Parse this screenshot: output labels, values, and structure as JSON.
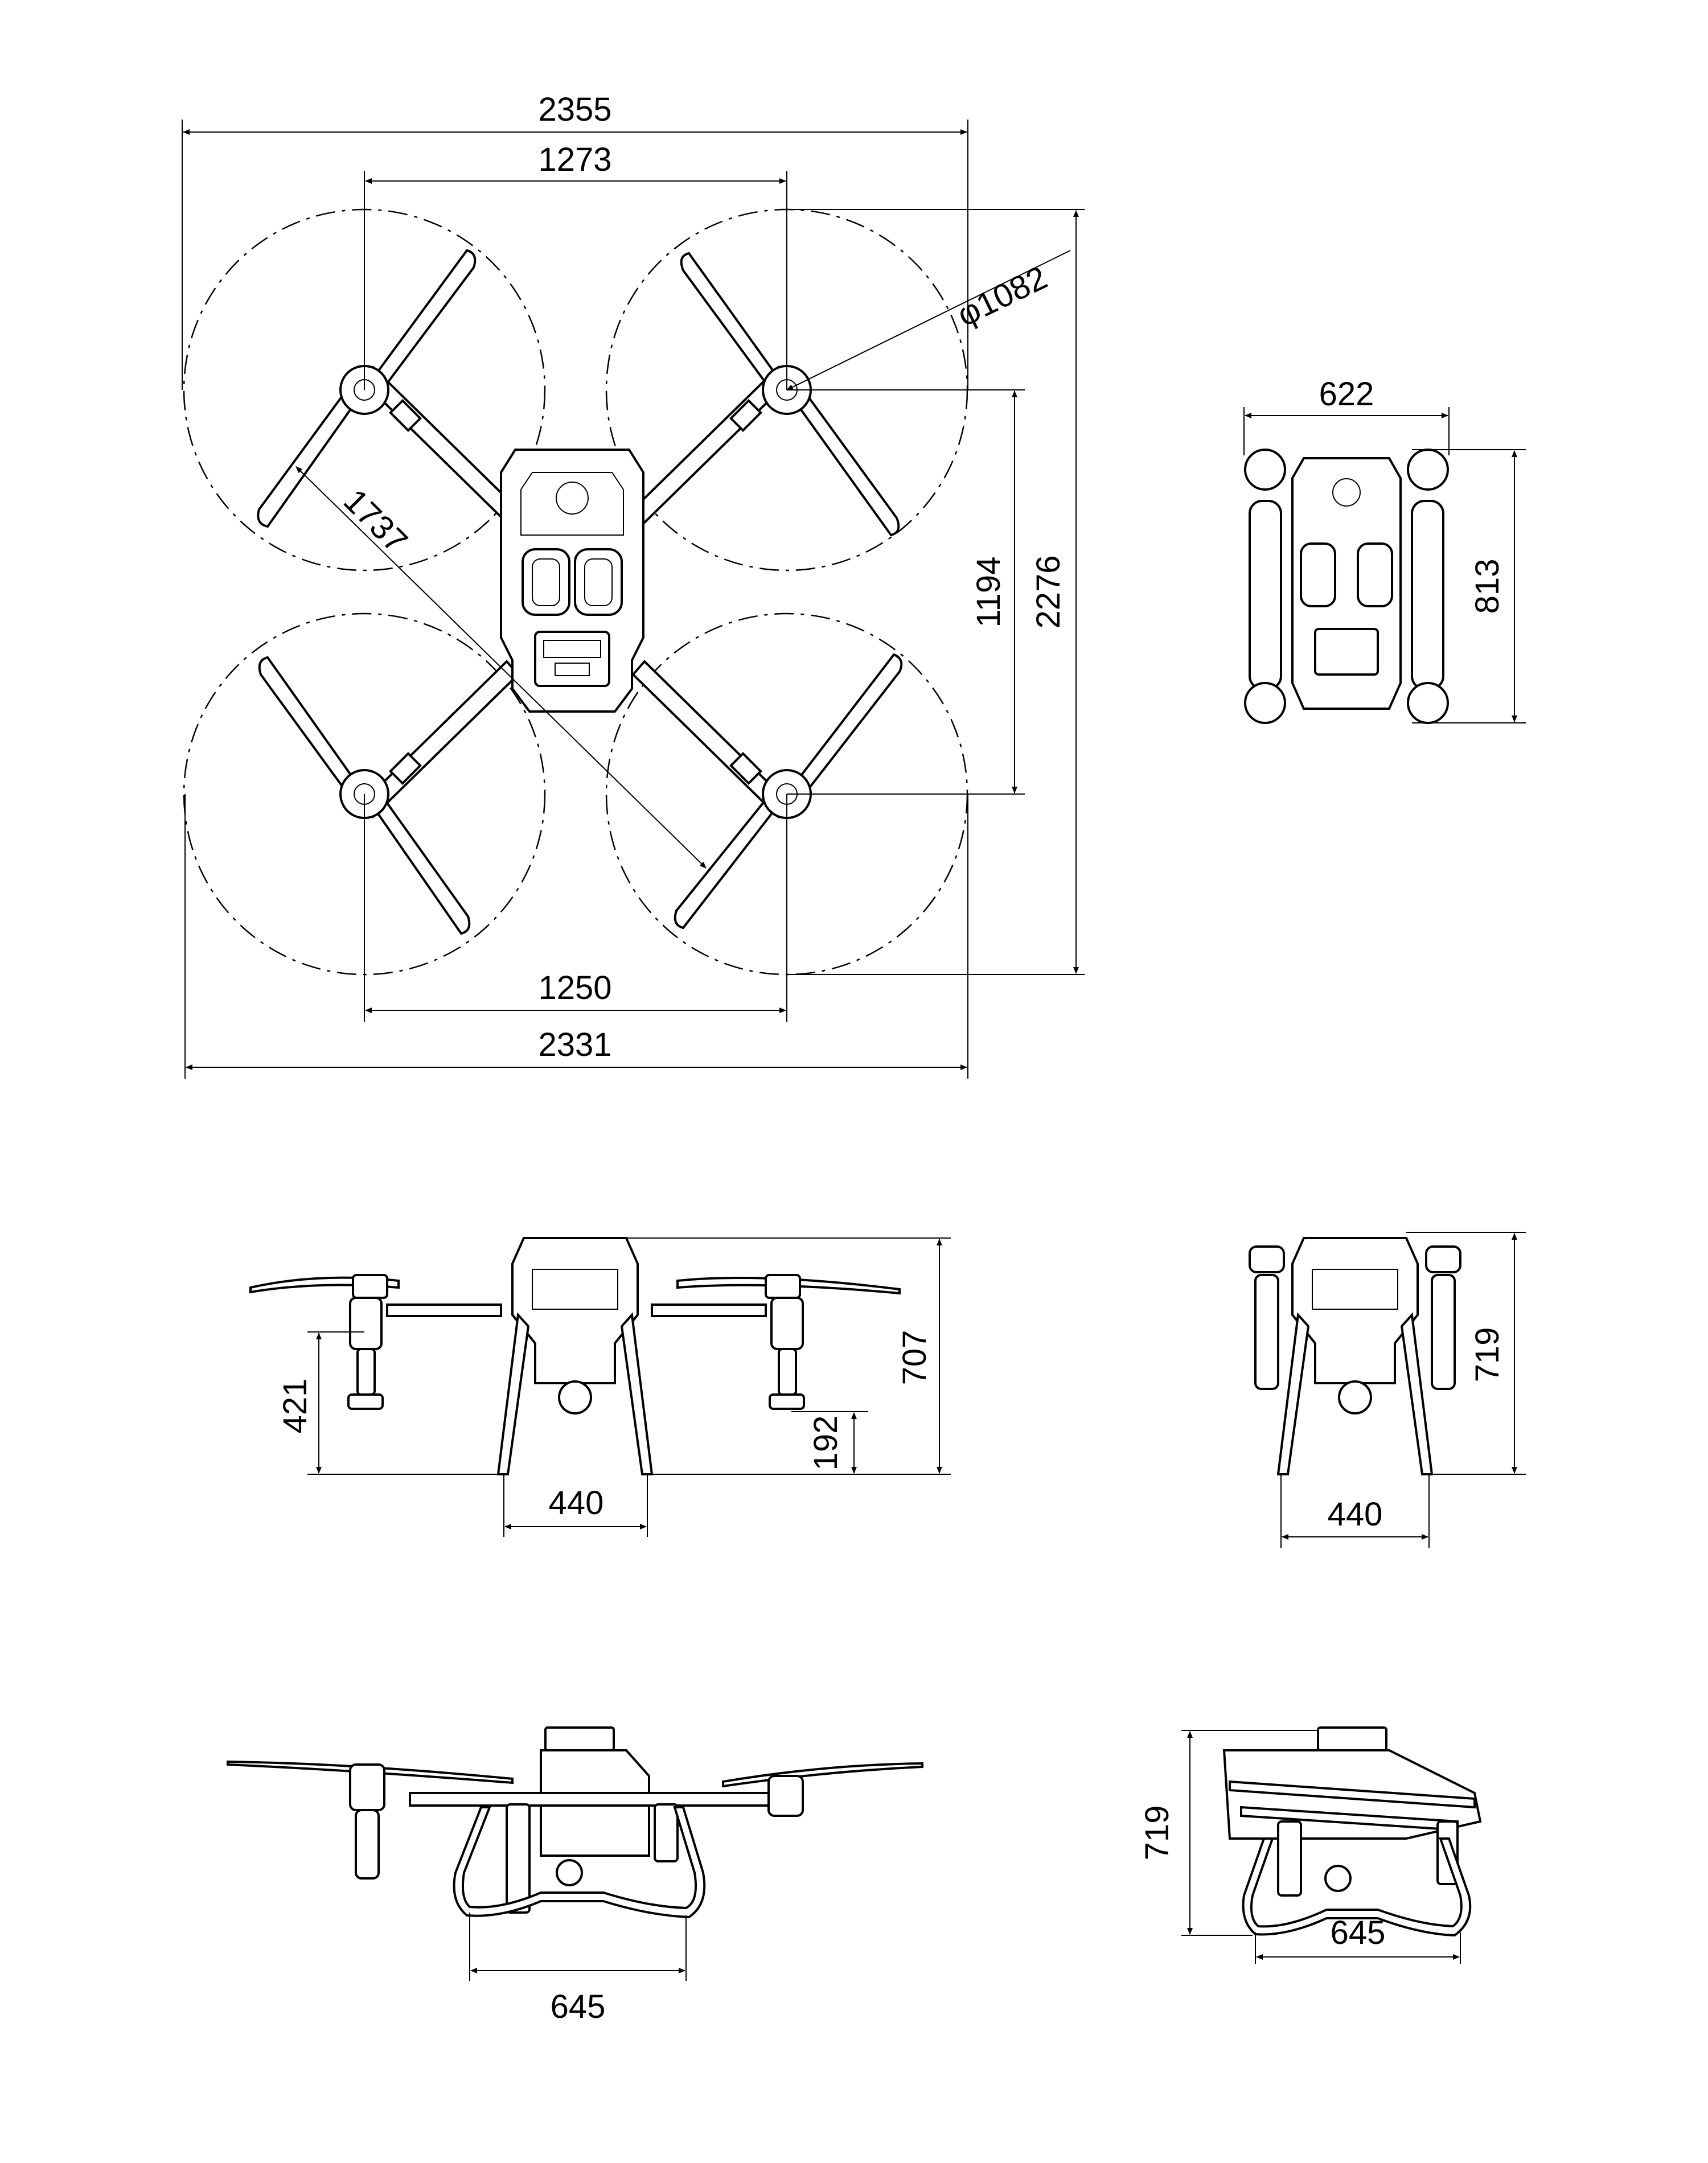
{
  "dimensions": {
    "top_view": {
      "overall_width_top": "2355",
      "rotor_spacing_top": "1273",
      "rotor_diameter": "φ1082",
      "diagonal": "1737",
      "rotor_spacing_vertical": "1194",
      "overall_height": "2276",
      "rotor_spacing_bottom": "1250",
      "overall_width_bottom": "2331"
    },
    "folded_top_view": {
      "width": "622",
      "height": "813"
    },
    "front_view": {
      "leg_height": "421",
      "ground_clearance": "192",
      "height": "707",
      "track_width": "440"
    },
    "folded_front_view": {
      "height": "719",
      "track_width": "440"
    },
    "side_view": {
      "wheelbase": "645"
    },
    "folded_side_view": {
      "height": "719",
      "wheelbase": "645"
    }
  }
}
